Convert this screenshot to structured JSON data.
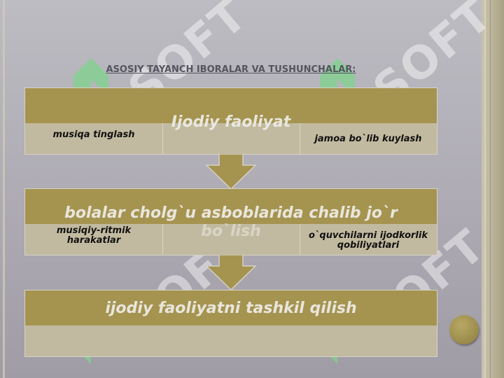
{
  "title": "ASOSIY TAYANCH IBORALAR VA TUSHUNCHALAR:",
  "watermark": "SOFT",
  "boxes": [
    {
      "main": "Ijodiy faoliyat",
      "left": "musiqa tinglash",
      "right": "jamoa bo`lib kuylash"
    },
    {
      "main_line1": "bolalar cholg`u asboblarida chalib jo`r",
      "main_line2": "bo`lish",
      "left": "musiqiy-ritmik harakatlar",
      "right": "o`quvchilarni ijodkorlik qobiliyatlari"
    },
    {
      "main": "ijodiy faoliyatni tashkil qilish"
    }
  ],
  "colors": {
    "band": "#a59350",
    "low": "#c2baa0",
    "background": "#b1aeb6",
    "logo_green": "#7fd48c"
  }
}
